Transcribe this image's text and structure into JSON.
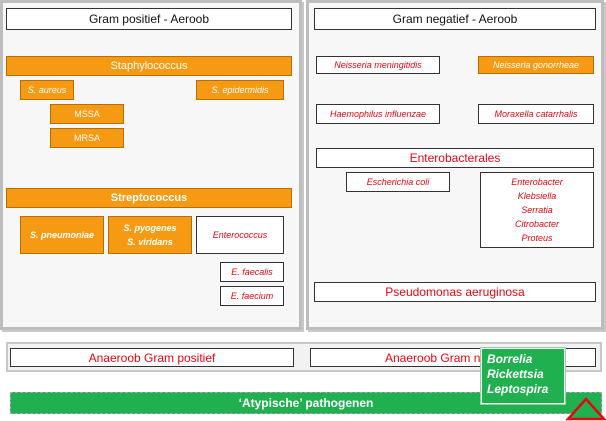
{
  "gram_pos": {
    "header": "Gram positief - Aeroob",
    "staphylococcus": "Staphylococcus",
    "s_aureus": "S. aureus",
    "s_epidermidis": "S. epidermidis",
    "mssa": "MSSA",
    "mrsa": "MRSA",
    "streptococcus": "Streptococcus",
    "s_pneumoniae": "S. pneumoniae",
    "s_pyogenes": "S. pyogenes",
    "s_viridans": "S. viridans",
    "enterococcus": "Enterococcus",
    "e_faecalis": "E. faecalis",
    "e_faecium": "E. faecium"
  },
  "gram_neg": {
    "header": "Gram negatief - Aeroob",
    "neisseria_meningitidis": "Neisseria meningitidis",
    "neisseria_gonorrheae": "Neisseria gonorrheae",
    "haemophilus": "Haemophilus influenzae",
    "moraxella": "Moraxella catarrhalis",
    "enterobacterales": "Enterobacterales",
    "e_coli": "Escherichia coli",
    "enterobacter_list": [
      "Enterobacter",
      "Klebsiella",
      "Serratia",
      "Citrobacter",
      "Proteus"
    ],
    "pseudomonas": "Pseudomonas aeruginosa"
  },
  "anaerobe": {
    "pos": "Anaeroob Gram positief",
    "neg": "Anaeroob Gram n"
  },
  "atypical": {
    "label": "‘Atypische’ pathogenen",
    "list": [
      "Borrelia",
      "Rickettsia",
      "Leptospira"
    ]
  },
  "colors": {
    "orange": "#f59a12",
    "red_text": "#e30613",
    "green": "#20b050"
  }
}
